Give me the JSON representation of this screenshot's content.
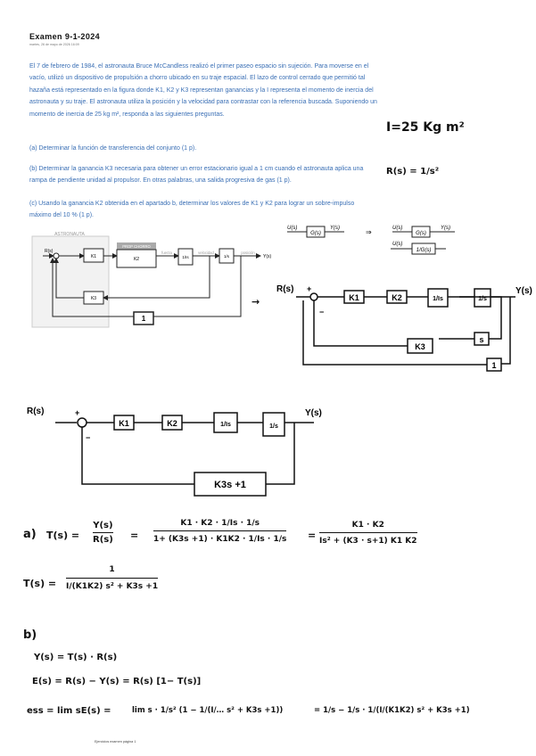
{
  "header": {
    "title": "Examen 9-1-2024",
    "subtitle": "martes, 26 de mayo de 2026     16:09"
  },
  "problem": {
    "intro": "El 7 de febrero de 1984, el astronauta Bruce McCandless realizó el primer paseo espacio sin sujeción. Para moverse en el vacío, utilizó un dispositivo de propulsión a chorro ubicado en su traje espacial. El lazo de control cerrado que permitió tal hazaña está representado en la figura donde K1, K2 y K3 representan ganancias y la I representa el momento de inercia del astronauta y su traje. El astronauta utiliza la posición y la velocidad para contrastar con la referencia buscada. Suponiendo un momento de inercia de 25 kg m², responda a las siguientes preguntas.",
    "question_a": "(a) Determinar la función de transferencia del conjunto (1 p).",
    "question_b": "(b) Determinar la ganancia K3 necesaria para obtener un error estacionario igual a 1 cm cuando el astronauta aplica una rampa de pendiente unidad al propulsor. En otras palabras, una salida progresiva de gas (1 p).",
    "question_c": "(c) Usando la ganancia K2 obtenida en el apartado b, determinar los valores de K1 y K2 para lograr un sobre-impulso máximo del 10 % (1 p)."
  },
  "printed_diagram": {
    "group_label": "ASTRONAUTA",
    "input": "R(s)",
    "k1": "K1",
    "k2": "K2",
    "k3": "K3",
    "propulsor": "PROP CHORRO",
    "fuerza": "fuerza",
    "inertia": "1/Is",
    "velocidad": "velocidad",
    "integrator": "1/s",
    "posicion": "posición",
    "output": "Y(s)"
  },
  "rule_box": {
    "u1": "U(s)",
    "g1": "G(s)",
    "y1": "Y(s)",
    "arrow": "⇒",
    "u2": "U(s)",
    "g2": "G(s)",
    "y2": "Y(s)",
    "u3": "U(s)",
    "g3": "1/G(s)"
  },
  "handwritten": {
    "inertia": "I=25 Kg m²",
    "ramp": "R(s) = 1/s²",
    "diagram1": {
      "in": "R(s)",
      "out": "Y(s)",
      "k1": "K1",
      "k2": "K2",
      "inertia": "1/Is",
      "integ": "1/s",
      "k3": "K3",
      "s": "s",
      "one": "1",
      "plus": "+",
      "minus": "−"
    },
    "diagram2": {
      "in": "R(s)",
      "out": "Y(s)",
      "k1": "K1",
      "k2": "K2",
      "inertia": "1/Is",
      "integ": "1/s",
      "fb": "K3s +1",
      "plus": "+",
      "minus": "−"
    },
    "a_label": "a)",
    "a_lhs": "T(s) =",
    "a_frac1_num": "Y(s)",
    "a_frac1_den": "R(s)",
    "a_eq": "=",
    "a_frac2_num": "K1 · K2 · 1/Is · 1/s",
    "a_frac2_den": "1+ (K3s +1) · K1K2 · 1/Is · 1/s",
    "a_eq2": "=",
    "a_frac3_num": "K1 · K2",
    "a_frac3_den": "Is² + (K3 · s+1) K1 K2",
    "t_lhs": "T(s) =",
    "t_num": "1",
    "t_den": "I/(K1K2) s² + K3s +1",
    "b_label": "b)",
    "b_line1": "Y(s) = T(s) · R(s)",
    "b_line2": "E(s) = R(s) − Y(s) = R(s) [1− T(s)]",
    "b_line3_lhs": "ess = lim sE(s) =",
    "b_line3_mid": "lim s · 1/s² (1 − 1/(I/… s² + K3s +1))",
    "b_line3_rhs": "= 1/s − 1/s · 1/(I/(K1K2) s² + K3s +1)"
  },
  "footer": "Ejercicios examen página 1"
}
